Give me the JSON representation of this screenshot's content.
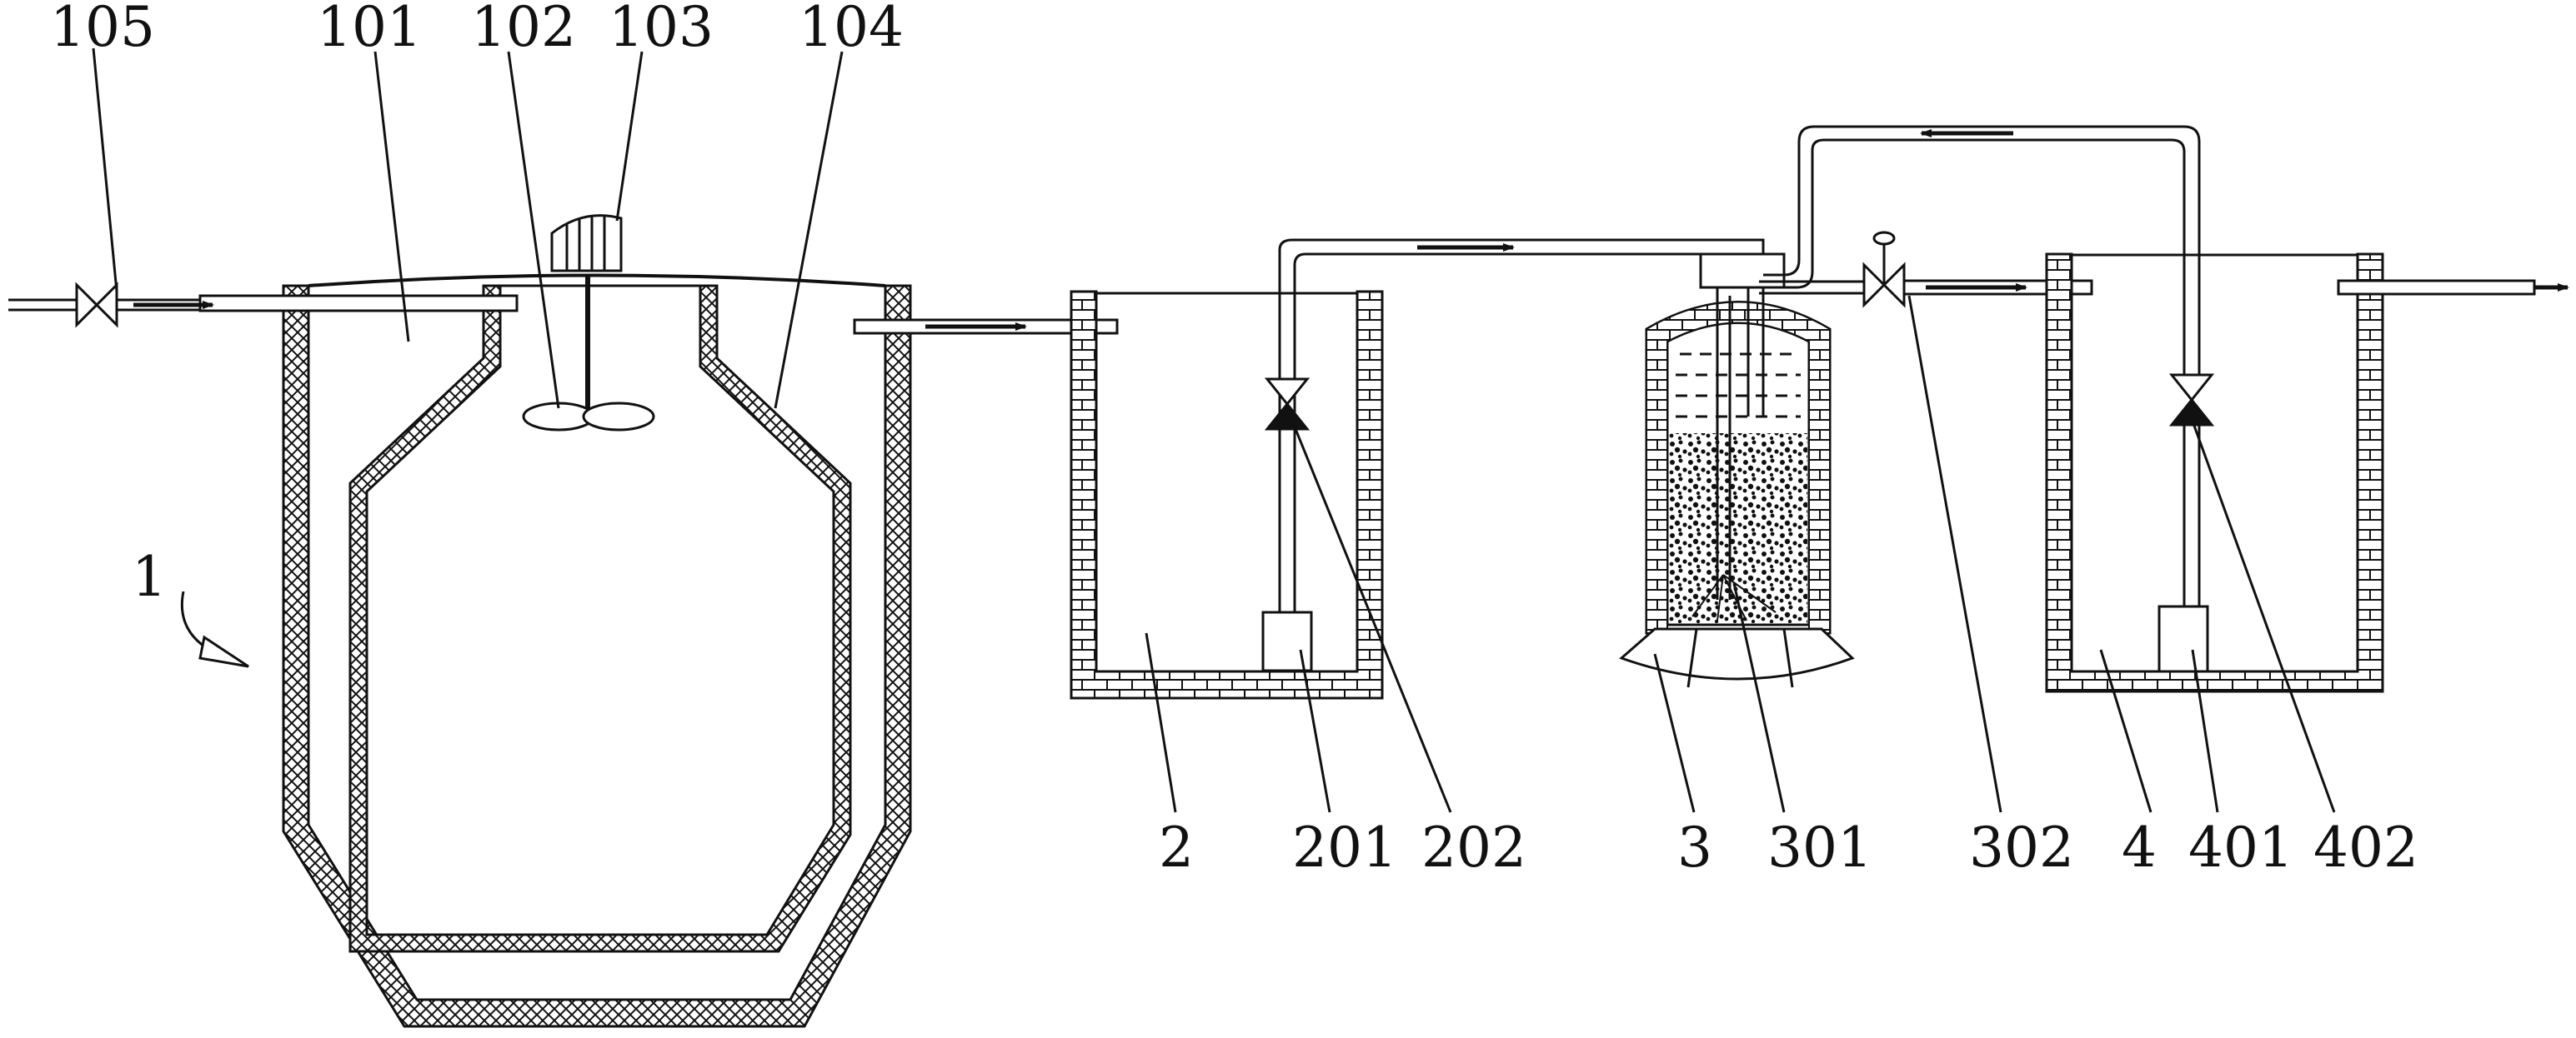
{
  "labels": {
    "l105": "105",
    "l101": "101",
    "l102": "102",
    "l103": "103",
    "l104": "104",
    "l1": "1",
    "l2": "2",
    "l201": "201",
    "l202": "202",
    "l3": "3",
    "l301": "301",
    "l302": "302",
    "l4": "4",
    "l401": "401",
    "l402": "402"
  },
  "colors": {
    "line": "#111111",
    "background": "#ffffff"
  },
  "icons": [
    "valve-icon",
    "flow-arrow-icon",
    "stirrer-icon",
    "pump-icon"
  ]
}
